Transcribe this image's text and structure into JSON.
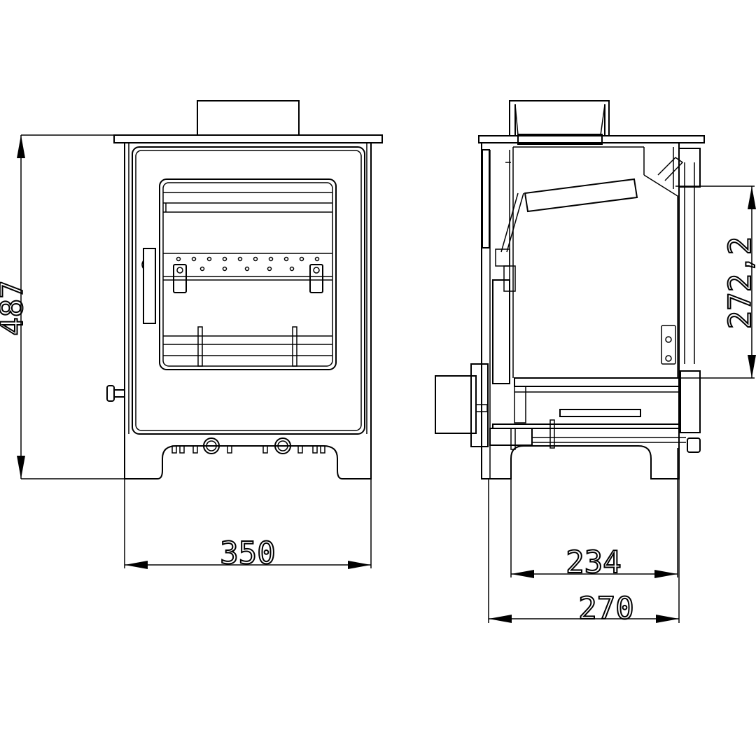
{
  "dimensions": {
    "height": "487",
    "width_front": "350",
    "depth_leg": "234",
    "depth_total": "270",
    "flue_height": "272,2"
  }
}
